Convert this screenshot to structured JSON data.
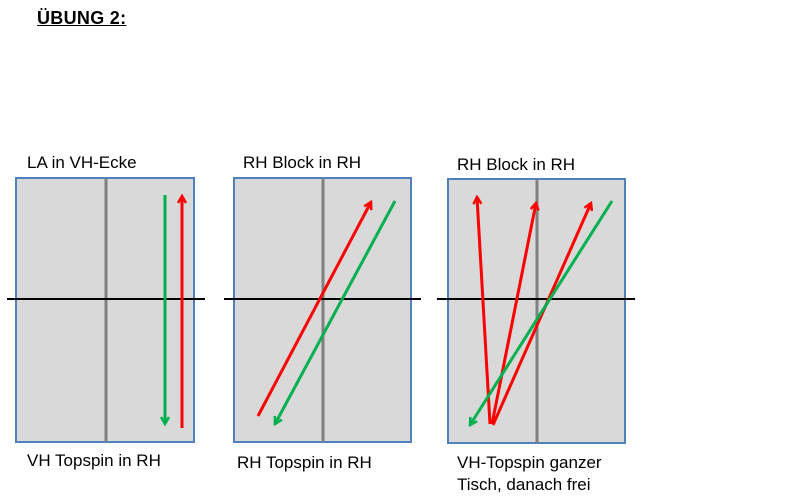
{
  "title": "ÜBUNG 2:",
  "tables": [
    {
      "top_label": "LA in VH-Ecke",
      "bottom_label": "VH Topspin in RH",
      "bottom_label_line2": ""
    },
    {
      "top_label": "RH Block in RH",
      "bottom_label": "RH Topspin in RH",
      "bottom_label_line2": ""
    },
    {
      "top_label": "RH Block in RH",
      "bottom_label": "VH-Topspin ganzer",
      "bottom_label_line2": "Tisch, danach frei"
    }
  ],
  "colors": {
    "table_fill": "#d9d9d9",
    "table_border": "#4f81bd",
    "center_line": "#808080",
    "net": "#000000",
    "arrow_red": "#ff0000",
    "arrow_green": "#00b050"
  }
}
